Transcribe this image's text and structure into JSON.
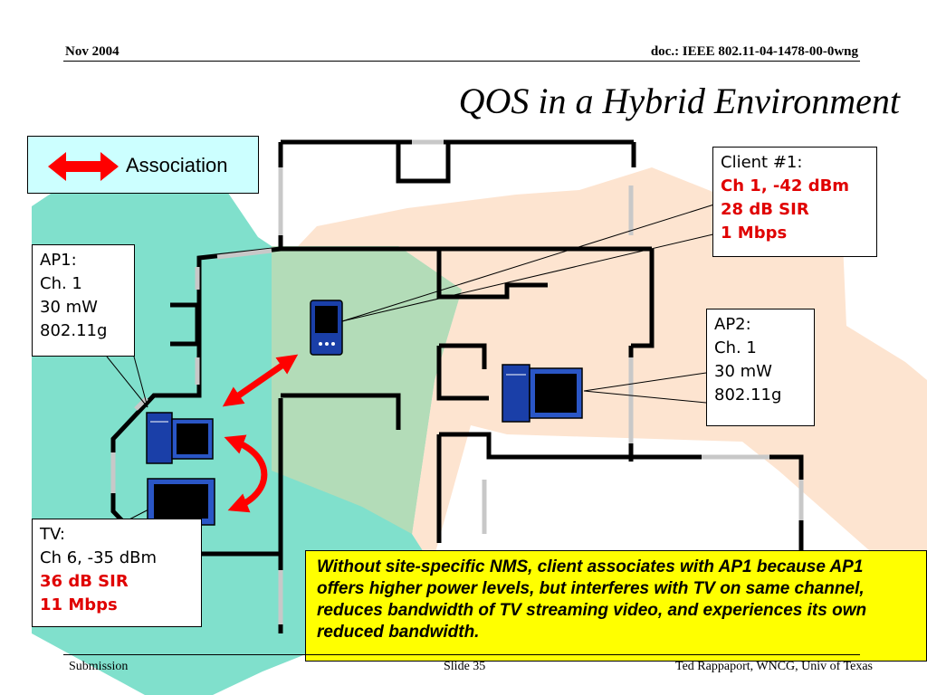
{
  "header": {
    "date": "Nov 2004",
    "doc_id": "doc.: IEEE 802.11-04-1478-00-0wng"
  },
  "title": "QOS in a Hybrid Environment",
  "legend": {
    "label": "Association",
    "icon": "double-arrow-icon"
  },
  "ap1": {
    "lines": [
      "AP1:",
      "Ch. 1",
      "30 mW",
      "802.11g"
    ]
  },
  "client1": {
    "label": "Client #1:",
    "highlight": [
      "Ch 1, -42 dBm",
      "28 dB SIR",
      "1 Mbps"
    ]
  },
  "ap2": {
    "lines": [
      "AP2:",
      "Ch. 1",
      "30 mW",
      "802.11g"
    ]
  },
  "tv": {
    "lines": [
      "TV:",
      "Ch 6, -35 dBm"
    ],
    "highlight": [
      "36 dB SIR",
      "11 Mbps"
    ]
  },
  "note": "Without site-specific NMS, client associates with AP1 because AP1 offers higher power levels, but interferes with TV on same channel, reduces bandwidth of TV streaming video, and experiences its own reduced bandwidth.",
  "footer": {
    "left": "Submission",
    "center": "Slide 35",
    "right": "Ted Rappaport, WNCG, Univ of Texas"
  },
  "colors": {
    "coverage_ap1": "#80e0cc",
    "coverage_ap2": "#fde4d0",
    "association_arrow": "#ff0000",
    "device_blue": "#1a3fa8",
    "note_bg": "#ffff00",
    "legend_bg": "#ccffff"
  }
}
